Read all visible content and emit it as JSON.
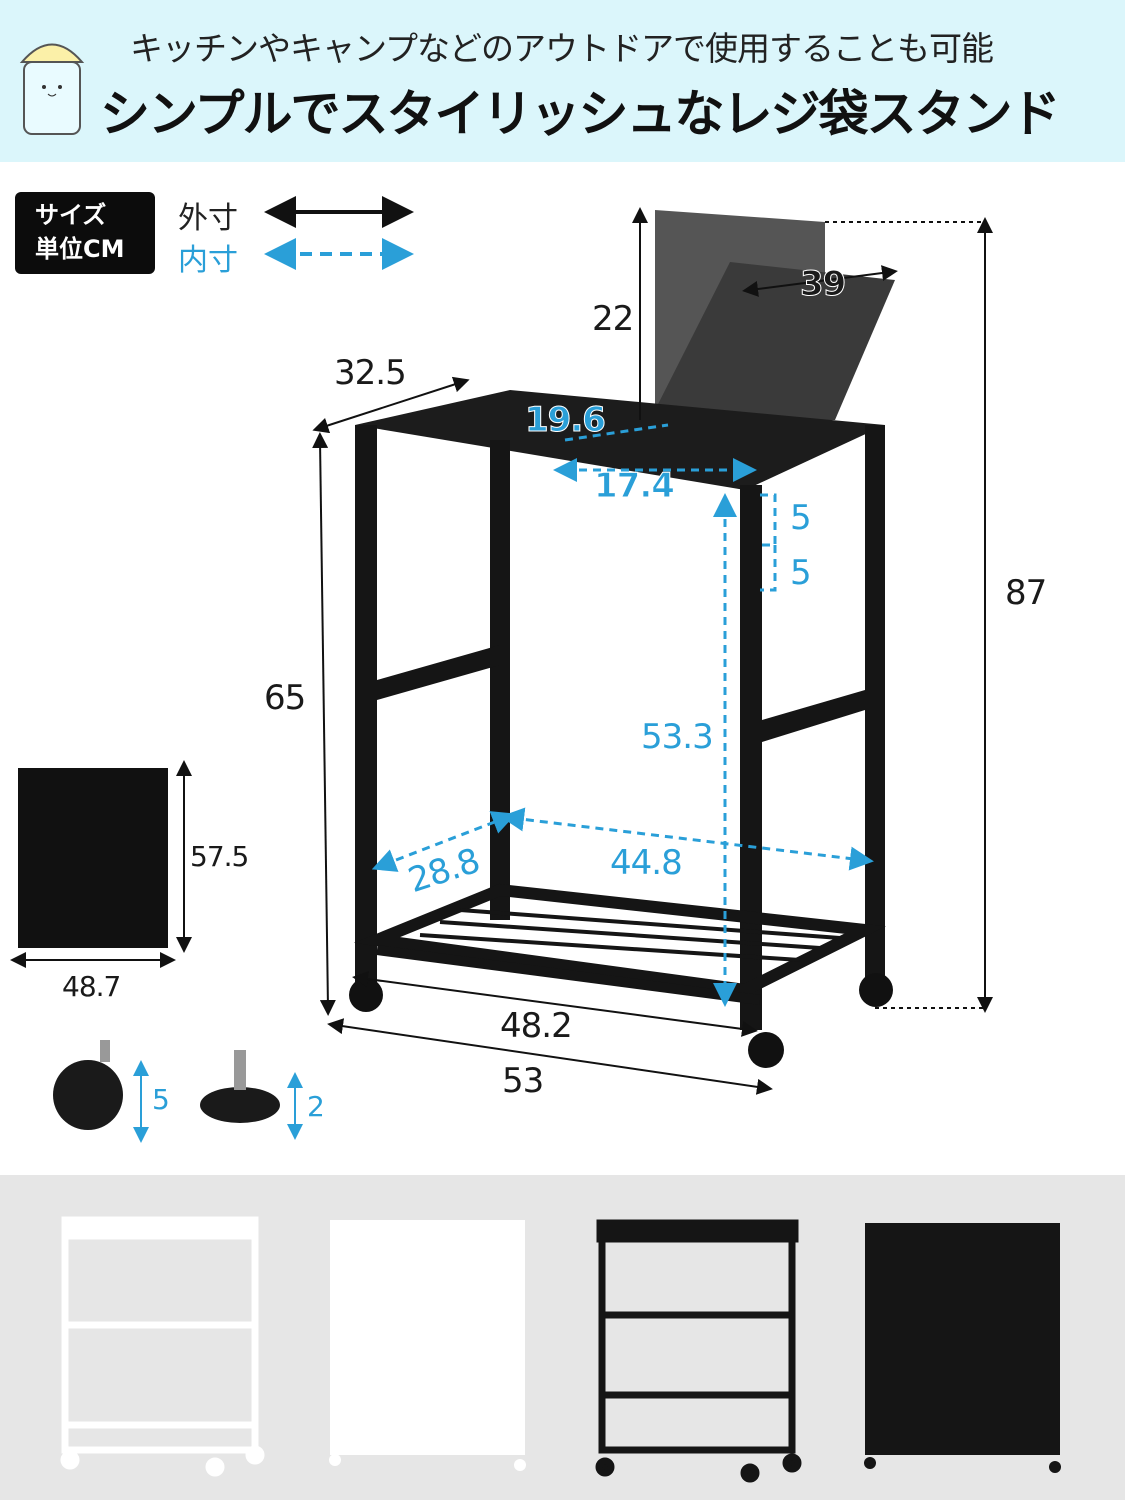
{
  "header": {
    "subtitle": "キッチンやキャンプなどのアウトドアで使用することも可能",
    "title": "シンプルでスタイリッシュなレジ袋スタンド"
  },
  "legend": {
    "unit_badge_line1": "サイズ",
    "unit_badge_line2": "単位CM",
    "outer_label": "外寸",
    "inner_label": "内寸"
  },
  "colors": {
    "header_bg": "#dbf6fb",
    "inner_dim": "#2a9fd8",
    "frame": "#151515"
  },
  "dimensions": {
    "lid_height": "22",
    "lid_width": "39",
    "depth": "32.5",
    "inner_top_depth": "19.6",
    "inner_top_width": "17.4",
    "hole_spacing_1": "5",
    "hole_spacing_2": "5",
    "total_height": "87",
    "frame_height": "65",
    "inner_height": "53.3",
    "inner_depth": "28.8",
    "inner_width": "44.8",
    "panel_height": "57.5",
    "panel_width": "48.7",
    "bottom_width": "48.2",
    "total_width": "53",
    "caster_height": "5",
    "foot_height": "2"
  },
  "variants": [
    "white-frame",
    "white-cover",
    "black-frame",
    "black-cover"
  ]
}
